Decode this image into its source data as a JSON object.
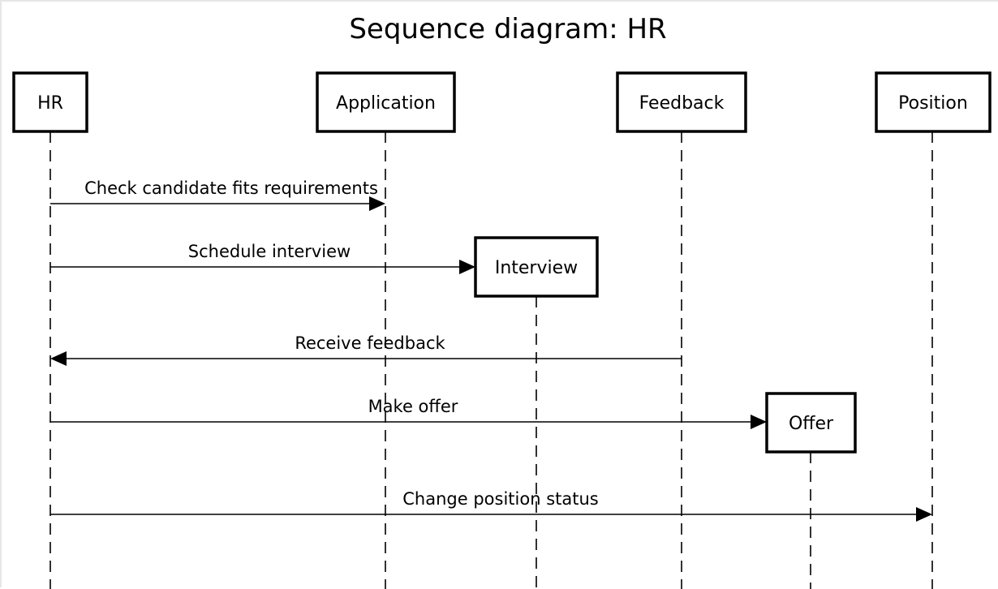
{
  "diagram": {
    "title": "Sequence diagram: HR",
    "colors": {
      "stroke": "#000000",
      "background": "#ffffff",
      "frame": "#e6e6e6"
    },
    "participants": [
      {
        "id": "hr",
        "label": "HR"
      },
      {
        "id": "application",
        "label": "Application"
      },
      {
        "id": "feedback",
        "label": "Feedback"
      },
      {
        "id": "position",
        "label": "Position"
      },
      {
        "id": "interview",
        "label": "Interview",
        "created_by_message": 1
      },
      {
        "id": "offer",
        "label": "Offer",
        "created_by_message": 3
      }
    ],
    "messages": [
      {
        "label": "Check candidate fits requirements",
        "from": "hr",
        "to": "application"
      },
      {
        "label": "Schedule interview",
        "from": "hr",
        "to": "interview"
      },
      {
        "label": "Receive feedback",
        "from": "feedback",
        "to": "hr"
      },
      {
        "label": "Make offer",
        "from": "hr",
        "to": "offer"
      },
      {
        "label": "Change position status",
        "from": "hr",
        "to": "position"
      }
    ]
  }
}
